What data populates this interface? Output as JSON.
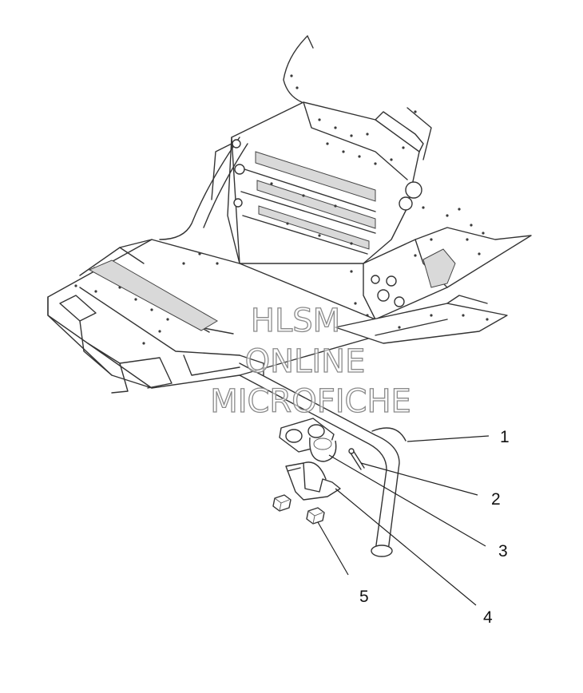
{
  "watermark": {
    "line1": "HLSM",
    "line2": "ONLINE",
    "line3": "MICROFICHE"
  },
  "callouts": [
    {
      "id": "1",
      "label": "1"
    },
    {
      "id": "2",
      "label": "2"
    },
    {
      "id": "3",
      "label": "3"
    },
    {
      "id": "4",
      "label": "4"
    },
    {
      "id": "5",
      "label": "5"
    }
  ],
  "colors": {
    "line": "#333333",
    "background": "#ffffff",
    "watermark": "#8a8a8a"
  }
}
